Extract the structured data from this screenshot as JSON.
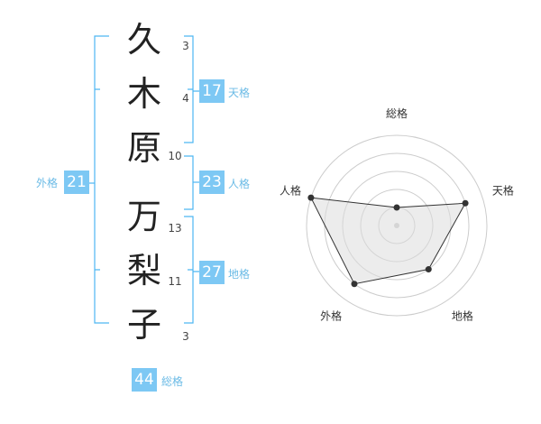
{
  "colors": {
    "accent": "#4db6f2",
    "badge_bg": "#7dc8f4",
    "label": "#6bbbe6",
    "polygon_fill": "#ececec"
  },
  "name": {
    "surname": [
      {
        "char": "久",
        "strokes": "3"
      },
      {
        "char": "木",
        "strokes": "4"
      },
      {
        "char": "原",
        "strokes": "10"
      }
    ],
    "given": [
      {
        "char": "万",
        "strokes": "13"
      },
      {
        "char": "梨",
        "strokes": "11"
      },
      {
        "char": "子",
        "strokes": "3"
      }
    ]
  },
  "fortune": {
    "tenkaku": {
      "value": "17",
      "label": "天格"
    },
    "jinkaku": {
      "value": "23",
      "label": "人格"
    },
    "chikaku": {
      "value": "27",
      "label": "地格"
    },
    "gaikaku": {
      "value": "21",
      "label": "外格"
    },
    "soukaku": {
      "value": "44",
      "label": "総格"
    }
  },
  "chart_data": {
    "type": "radar",
    "axes": [
      "総格",
      "天格",
      "地格",
      "外格",
      "人格"
    ],
    "values": [
      1,
      4,
      3,
      4,
      5
    ],
    "max": 5,
    "rings": 5
  }
}
